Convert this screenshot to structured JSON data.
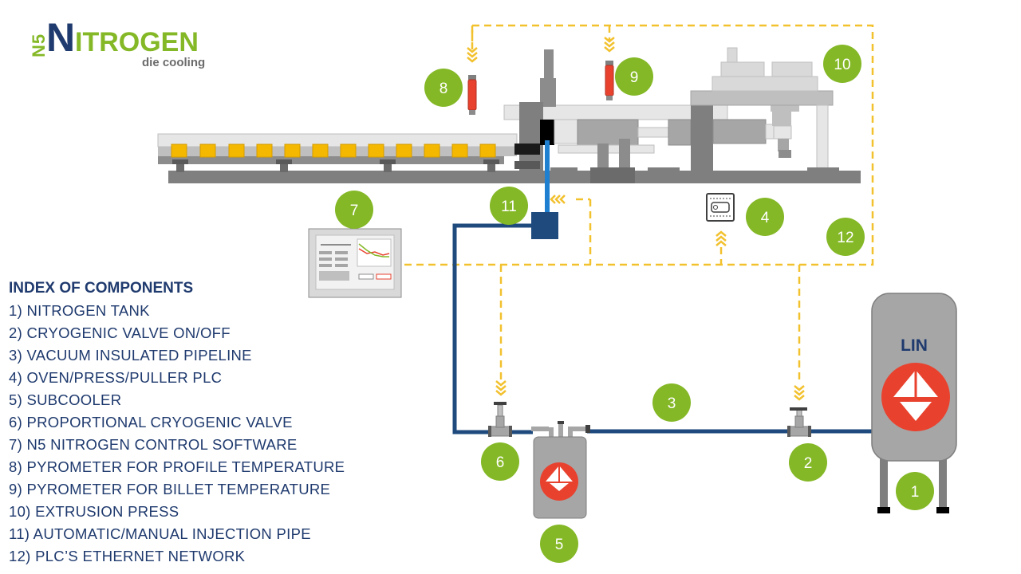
{
  "logo": {
    "prefix": "N5",
    "initial": "N",
    "rest": "ITROGEN",
    "tagline": "die cooling"
  },
  "tank": {
    "label": "LIN"
  },
  "badges": [
    {
      "id": "1",
      "label": "1"
    },
    {
      "id": "2",
      "label": "2"
    },
    {
      "id": "3",
      "label": "3"
    },
    {
      "id": "4",
      "label": "4"
    },
    {
      "id": "5",
      "label": "5"
    },
    {
      "id": "6",
      "label": "6"
    },
    {
      "id": "7",
      "label": "7"
    },
    {
      "id": "8",
      "label": "8"
    },
    {
      "id": "9",
      "label": "9"
    },
    {
      "id": "10",
      "label": "10"
    },
    {
      "id": "11",
      "label": "11"
    },
    {
      "id": "12",
      "label": "12"
    }
  ],
  "index": {
    "title": "INDEX OF COMPONENTS",
    "items": [
      "1) NITROGEN TANK",
      "2) CRYOGENIC VALVE ON/OFF",
      "3) VACUUM INSULATED PIPELINE",
      "4) OVEN/PRESS/PULLER PLC",
      "5) SUBCOOLER",
      "6) PROPORTIONAL  CRYOGENIC VALVE",
      "7) N5 NITROGEN CONTROL SOFTWARE",
      "8) PYROMETER FOR PROFILE TEMPERATURE",
      "9) PYROMETER FOR BILLET TEMPERATURE",
      "10) EXTRUSION PRESS",
      "11) AUTOMATIC/MANUAL  INJECTION PIPE",
      "12) PLC’S ETHERNET NETWORK"
    ]
  },
  "colors": {
    "green": "#84b826",
    "navy": "#1f3a6e",
    "pipe": "#1f4a7e",
    "injection": "#1f7fd0",
    "network": "#f2c12e",
    "red": "#e8422f",
    "gray": "#a6a6a6",
    "darkgray": "#7f7f7f",
    "yellow": "#f5b800"
  }
}
